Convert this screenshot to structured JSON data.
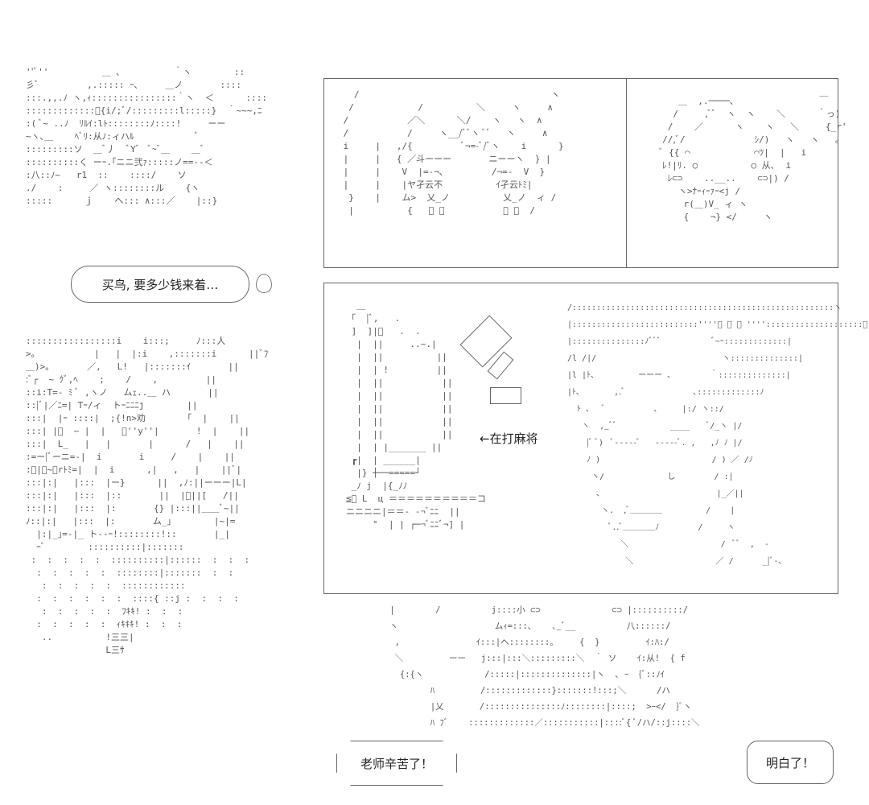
{
  "bubbles": {
    "bird_price": "买鸟, 要多少钱来着…",
    "thanks_teacher": "老师辛苦了！",
    "understood": "明白了！"
  },
  "annotations": {
    "playing_mahjong": "←在打麻将"
  },
  "art": {
    "left_figure": [
      "''ﾞ''          ＿ ､          ｀ヽ        ::",
      "彡ﾞ         ,.::::: ｰ､     ＿ノ       ::::",
      ":::.,,.ﾉ ヽ,ｨ::::::::::::::::｀ヽ  ＜      ::::",
      ":::::::::::::ﾞ{i/;ﾞ/:::::::::l:::::}  ｀~~~,ﾆ",
      ":( ﾞ~ ..ﾉ  ﾘﾙｲ:lﾄ::::::::ﾉ::::!     ーー",
      "~ヽ､＿    ﾍﾞﾘ:从ﾉ:ィハﾙ            ﾞ",
      ":::::::::ソ  ＿ﾞ丿  ﾞYﾞ  ﾞ~ﾞ＿    ＿ﾞ",
      "::::::::::く ーｰ.｢ニニ弐ｧ:::::ノ==--＜",
      ":八::ﾉ~   r1  ::    ::::/    ソ",
      "./    :     ／ ヽ::::::::ル    {ヽ",
      ":::::      ｊ    ヘ::: ∧:::／    |::}",
      "",
      "",
      ":::::::::::::::::i    i:::;     ﾉ:::人",
      ">｡           |   |  |:i    ,:::::::i      ||ﾞﾌ",
      "＿)>｡       ／,   L!   |:::::::ｲ       ||",
      ":ﾞ┌  ~ ｸﾞ,ﾍ    ;    /    ,         ||",
      "::i:T=- ﾐ ﾞ ,ヽノ   ムｪ..＿ ハ       ||",
      "::|ﾞ|／ﾆ=| Tｰ/ィ  トｰﾆﾆﾆj        ||",
      ":::|  |ｰ ::::|  ;{!n>劝       「  |    ||",
      ":::| |ﾞ  ~ |  |   ﾞ''y''|       !  |    ||",
      ":::|  L_   |   |       |      /   |    ||",
      ":=ー|ﾞーニ=-|  i       i     /    |    ||",
      ":ﾞ|ﾞ~ーrﾄﾐ=|  |  i      ,|   ,   |    ||ﾞ|",
      ":::|:|   |:::  |ー}      ||  ,ﾉ:||ーーー|L|",
      ":::|:|   |:::  |::       ||  |ﾞ||[   /||",
      ":::|:|   |:::  |:       {} |:::||＿＿ﾞ~||",
      "ﾉ::|:|   |:::  |:       ム_｣        |~|=",
      "  |:|_｣=-|_ ト--ｰ!::::::::!::       |_|",
      "  ｰﾞ        ::::::::::|:::::::",
      " :  :  :  :  :  ::::::::::|::::::  :  :  :",
      "  :  :  :  :  :  ::::::::|:::::::  :  :",
      "   :  :  :  :  :  ::::::::::::",
      "  :  :  :  :  :  :  ::::{ ::j :  :  :  :",
      "   :  :  :  :  :  ﾌｷｷ! :  :  :",
      "  :  :  :  :  :  ｨｷｷｷ! :  :  :",
      "   ..          !三三|",
      "               L三ｻ"
    ],
    "top_left_panel": [
      "   /                                    ヽ",
      "  /            /          ＼     ヽ     ∧",
      " /           ／＼      ＼/    ヽ   ヽ  ∧",
      " /           /     ヽ__/ﾞﾞヽ ﾞﾞ   ヽ     ∧",
      " i     |   ,/{         ﾞ¬=-ﾞ/ﾞヽ    i      }",
      " |     |   { ／斗ーーー       ニーーヽ  } |",
      " |     |    V  |=-¬､         /¬=-  V  }",
      " |     |    |ヤ孑云不          ｲ孑云ﾄﾐ|",
      "  }    |    ム>  乂_ノ          乂_ノ  ィ /",
      "  |          {   ﾞ ￣           ﾞ ￣  /"
    ],
    "top_right_panel": [
      "        ＿  ,.────､                ￣",
      "       /     ,ﾞﾞ  ヽ  ヽ    ＼      ｀っ)",
      "      /    ／      ヽ    ヽ   ＼     {_r'",
      "     //,ﾞ/             ｼ/)   ヽ   ヽ   ｡",
      "     ﾞ {{ ⌒            ⌒ﾂ|  |   i",
      "     ﾚ!|ﾘ. ○          ○ 从､  i",
      "      ﾚ⊂⊃    ..__..    ⊂⊃|) /",
      "        ヽ>ﾅｰｨｰｧｰ<j /",
      "         r(＿)V_ ィ ヽ",
      "         {    ¬} </     ヽ"
    ],
    "desk_scene": [
      "  ＿",
      " ｢  |ﾞ,   .",
      " ]  ]|ﾞ   .  .",
      "  |  ||     ..~.|",
      "  |  ||          ||",
      "  |  | !         ||",
      "  |  ||           ||",
      "  |  ||           ||",
      "  |  ||           ||",
      "  |  ||           ||",
      "  |  ||           ||",
      "  |  | |_______ ||",
      " ┏|  | ______|",
      "  |} ┼──=====┘",
      " _ﾉ j  |{_ﾉﾉ",
      "≦ﾞ L  ц ＝＝＝＝＝＝＝＝＝＝コ",
      "ニニニニ|＝＝- -¬ﾞﾆﾆ  ||",
      "     °  | | ┌─¬ﾞﾆﾆﾞ¬] |"
    ],
    "face_panel": [
      "/::::::::::::::::::::::::::::::::::::::::::::::::::::::ヽ",
      "|::::::::::::::::::::::::::''''ﾞ ､ ﾞ ''''::::::::::::::::::::､",
      "|:::::::::::::::ﾉﾞﾞﾞ           ﾞ~ｰ:::::::::::::|",
      "/l /|/                          ヽ::::::::::::::|",
      "|l |ﾄ､         ーーー ､        ｀::::::::::::::|",
      "|ﾄ､       ,.ﾞ              ､:::::::::::::ﾉ",
      "  ﾄ ､   ﾞ          ､     |:/ ヽ::/",
      "   ヽ  ,_ﾞﾞ           ____    ﾞ/_ヽ |/",
      "    |ﾞ ﾞ)  ﾞ-----ﾞ   -----ﾞ. ,   ,ﾉ ﾉ |/",
      "    ﾉ )                       / ) ／ /ﾉ",
      "     ヽ/             し        / :|",
      "      ､                        |_／||",
      "       ヽ.  ,ﾞ＿＿＿＿         /    |",
      "         ﾞ..ﾞ＿＿＿＿ﾉ        /     ヽ",
      "           ＼                   /  ﾞﾞ  ,  -",
      "            ＼                 ／ /      _|ﾞ-､"
    ],
    "bottom_scene": [
      "       |        /          j::::小 ⊂⊃              ⊂⊃ |::::::::::/",
      "       ヽ                   ムｨ=:::､    ､_ﾞ__          八::::::/",
      "        ,               ｲ:::|ヘ::::::::｡     {  }         ｲ:ﾊ:/",
      "        ＼         ーー   j:::|:::＼:::::::::＼  ｀ ソ    ｲ:从!  { f",
      "         {:{ヽ            /:::::|::::::::::::::|ヽ  ､ ｰ  {ﾞ::ﾉｲ",
      "               ﾊ         /:::::::::::::}:::::::!:::;＼      /ハ",
      "               |乂       /:::::::::::::::ﾉ::::::::|::::;  >ｰ</  }ﾞヽ",
      "               ﾊ ﾌﾞ    :::::::::::::／:::::::::::|::::ﾞ{ ﾞ/ハ/::j::::＼"
    ]
  }
}
